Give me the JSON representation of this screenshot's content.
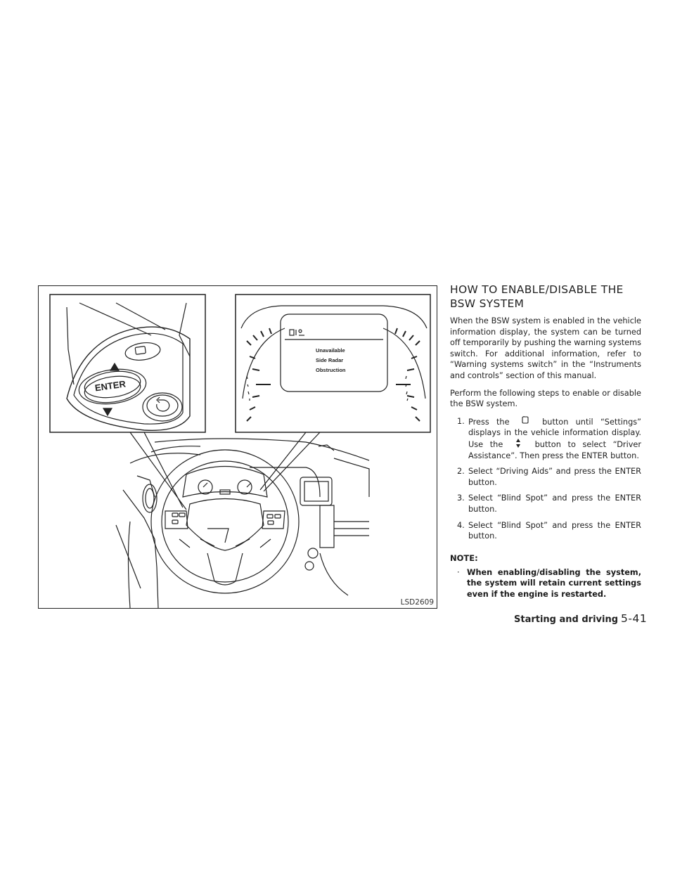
{
  "figure": {
    "id": "LSD2609",
    "enter_label": "ENTER",
    "display_lines": [
      "Unavailable",
      "Side Radar",
      "Obstruction"
    ]
  },
  "section": {
    "heading_line1": "HOW TO ENABLE/DISABLE THE",
    "heading_line2": "BSW SYSTEM",
    "para1": "When the BSW system is enabled in the vehicle information display, the system can be turned off temporarily by pushing the warning systems switch. For additional information, refer to “Warning systems switch” in the “Instruments and controls” section of this manual.",
    "para2": "Perform the following steps to enable or disable the BSW system.",
    "steps": [
      {
        "num": "1.",
        "a": "Press the",
        "b": "button until “Settings” displays in the vehicle information display. Use the",
        "c": "button to select “Driver Assistance”. Then press the ENTER button."
      },
      {
        "num": "2.",
        "text": "Select “Driving Aids” and press the ENTER button."
      },
      {
        "num": "3.",
        "text": "Select “Blind Spot” and press the ENTER button."
      },
      {
        "num": "4.",
        "text": "Select “Blind Spot” and press the ENTER button."
      }
    ],
    "note_title": "NOTE:",
    "note_bullet": "·",
    "note_text": "When enabling/disabling the system, the system will retain current settings even if the engine is restarted."
  },
  "footer": {
    "section_name": "Starting and driving",
    "page_number": "5-41"
  },
  "icons": [
    "menu-button-icon",
    "up-down-arrows-icon",
    "back-icon"
  ]
}
